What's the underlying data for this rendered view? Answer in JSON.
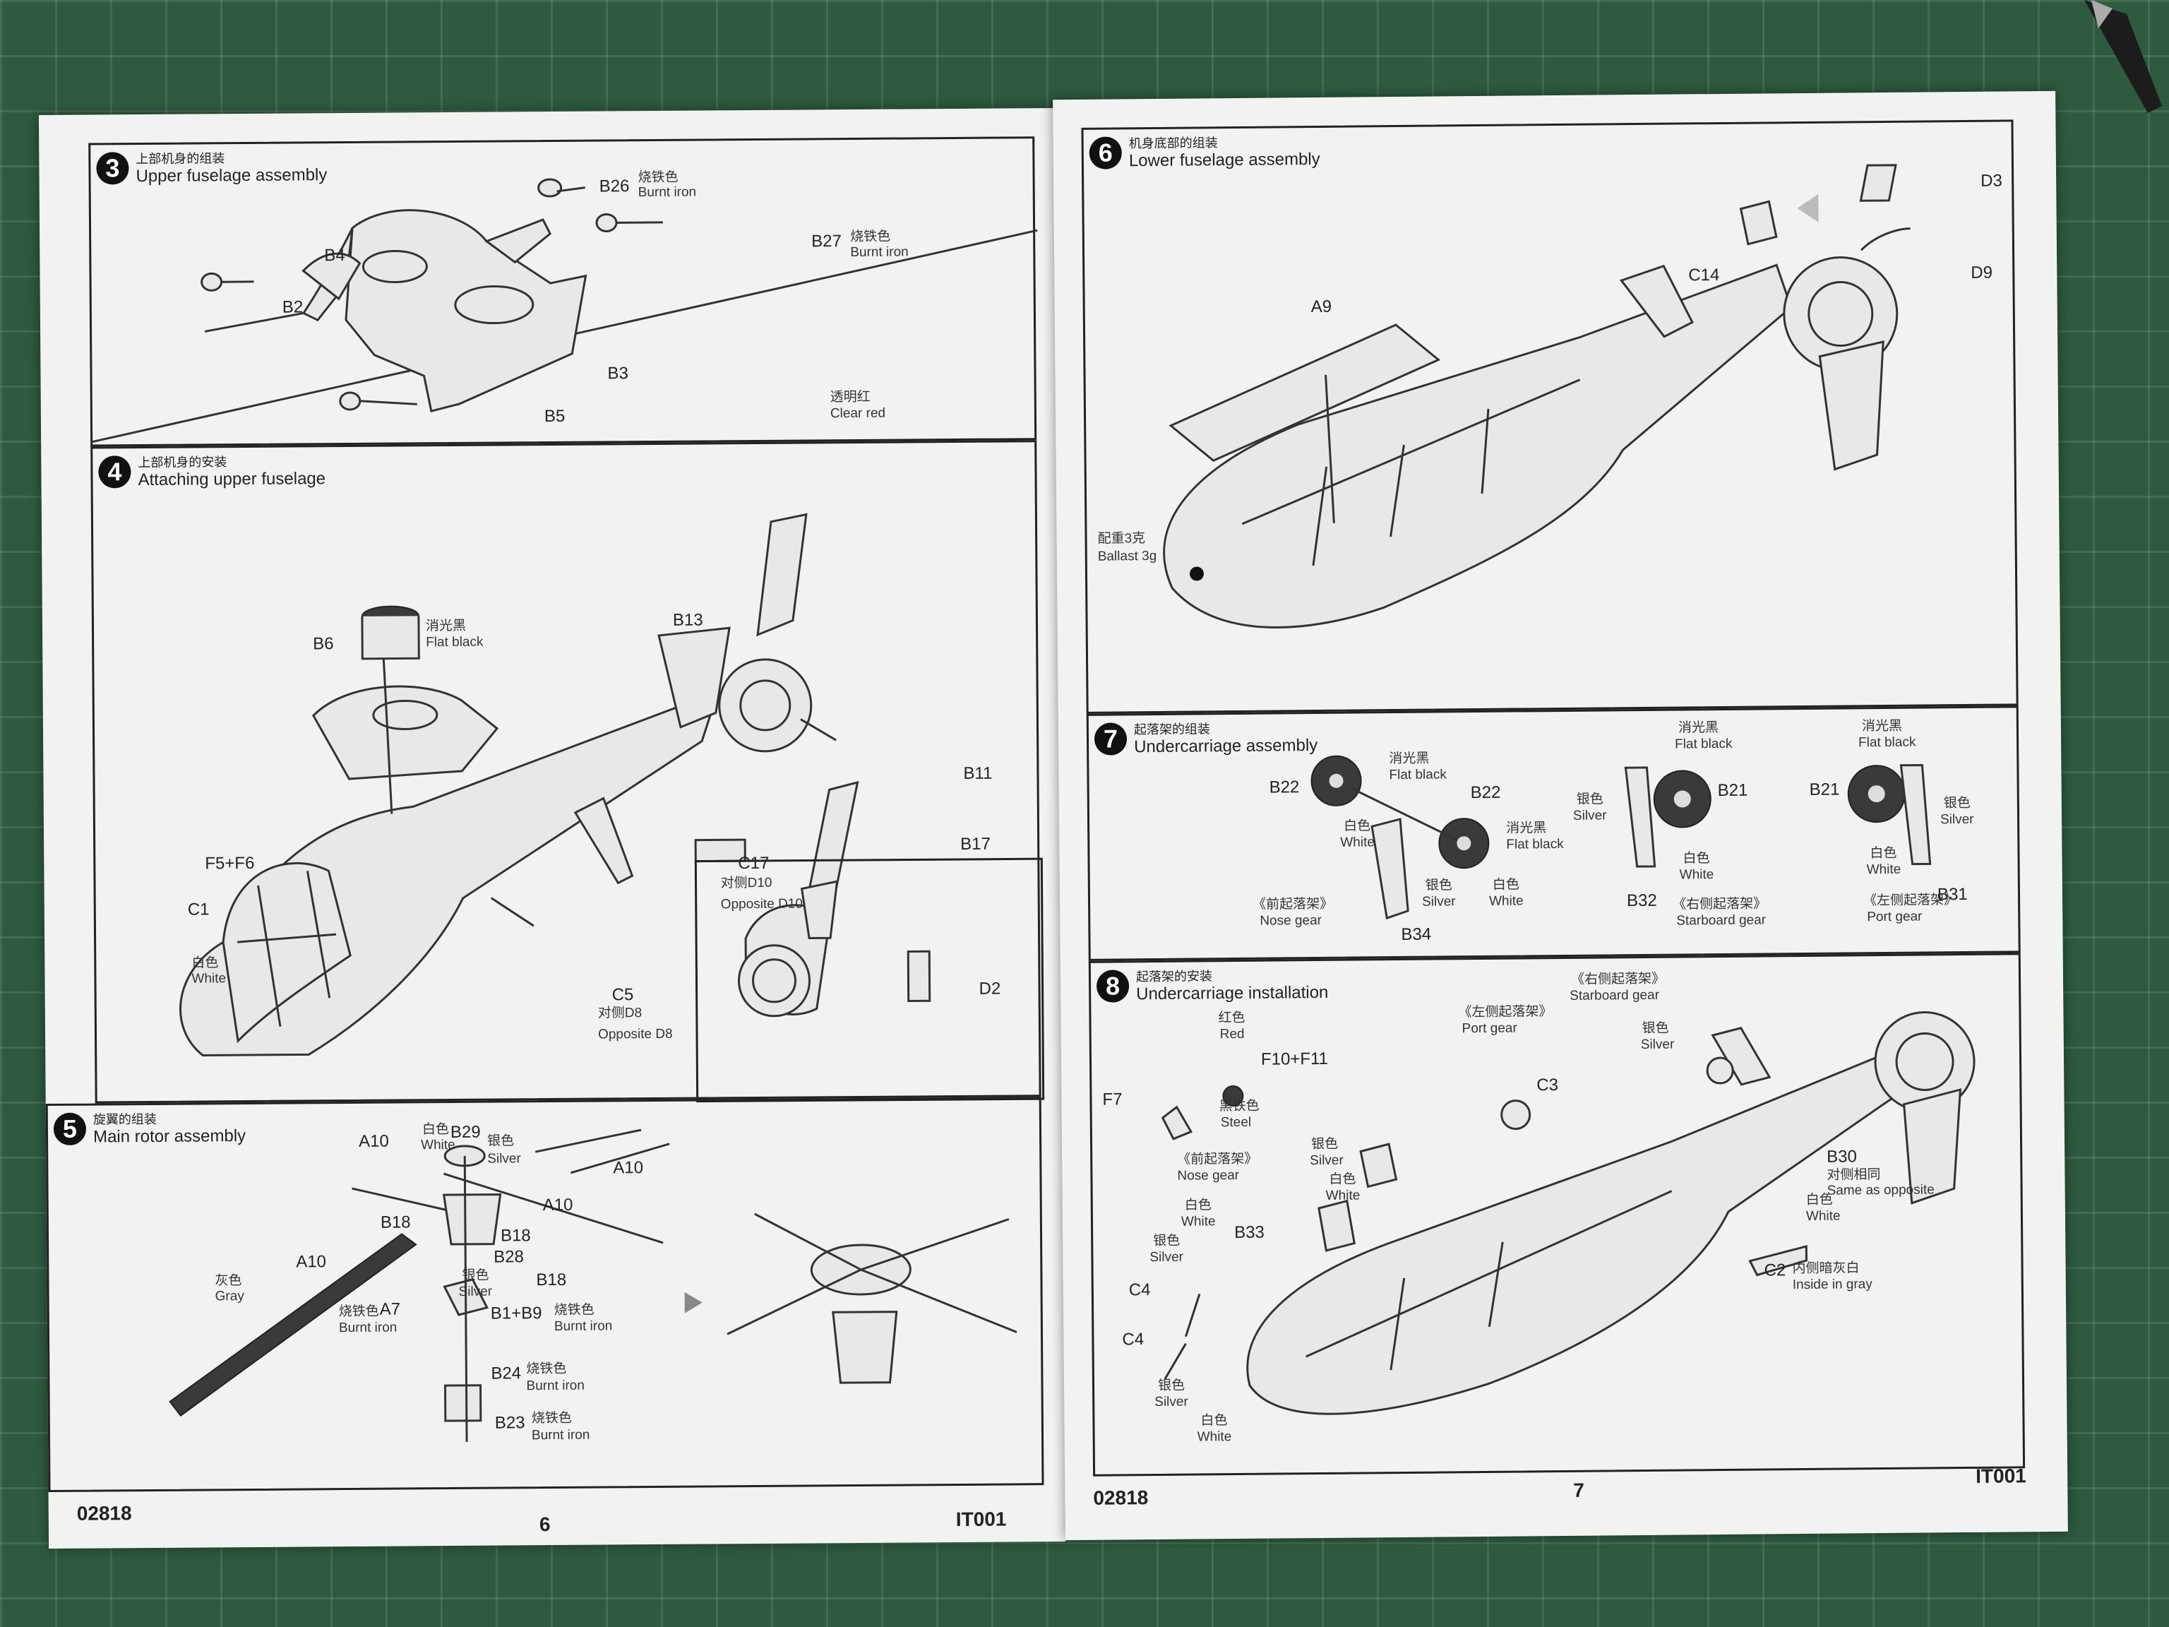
{
  "left_page": {
    "step3": {
      "num": "3",
      "cn": "上部机身的组装",
      "en": "Upper fuselage assembly",
      "labels": {
        "b26": "B26",
        "b26_cn": "烧铁色",
        "b26_en": "Burnt iron",
        "b4": "B4",
        "b27": "B27",
        "b27_cn": "烧铁色",
        "b27_en": "Burnt iron",
        "b2": "B2",
        "b3": "B3",
        "b5": "B5"
      }
    },
    "step4": {
      "num": "4",
      "cn": "上部机身的安装",
      "en": "Attaching upper fuselage",
      "labels": {
        "b6": "B6",
        "b6_cn": "消光黑",
        "b6_en": "Flat black",
        "b13": "B13",
        "clear_cn": "透明红",
        "clear_en": "Clear red",
        "b11": "B11",
        "b17": "B17",
        "f5f6": "F5+F6",
        "c1": "C1",
        "white_cn": "白色",
        "white_en": "White",
        "c17": "C17",
        "d10_cn": "对侧D10",
        "d10_en": "Opposite D10",
        "c5": "C5",
        "d8_cn": "对侧D8",
        "d8_en": "Opposite D8",
        "d2": "D2"
      }
    },
    "step5": {
      "num": "5",
      "cn": "旋翼的组装",
      "en": "Main rotor assembly",
      "labels": {
        "a10a": "A10",
        "b29_cn": "白色",
        "b29": "B29",
        "b29_en": "White",
        "silver_cn": "银色",
        "silver_en": "Silver",
        "a10b": "A10",
        "a10c": "A10",
        "b18a": "B18",
        "b18b": "B18",
        "b28": "B28",
        "b18c": "B18",
        "a10d": "A10",
        "gray_cn": "灰色",
        "gray_en": "Gray",
        "silver2_cn": "银色",
        "silver2_en": "Silver",
        "a7_cn": "烧铁色",
        "a7": "A7",
        "a7_en": "Burnt iron",
        "b1b9": "B1+B9",
        "b1b9_cn": "烧铁色",
        "b1b9_en": "Burnt iron",
        "b24": "B24",
        "b24_cn": "烧铁色",
        "b24_en": "Burnt iron",
        "b23": "B23",
        "b23_cn": "烧铁色",
        "b23_en": "Burnt iron"
      }
    },
    "footer": {
      "code": "02818",
      "page": "6",
      "kit": "IT001"
    }
  },
  "right_page": {
    "step6": {
      "num": "6",
      "cn": "机身底部的组装",
      "en": "Lower fuselage assembly",
      "labels": {
        "d3": "D3",
        "d9": "D9",
        "c14": "C14",
        "a9": "A9",
        "ballast_cn": "配重3克",
        "ballast_en": "Ballast 3g"
      }
    },
    "step7": {
      "num": "7",
      "cn": "起落架的组装",
      "en": "Undercarriage assembly",
      "labels": {
        "b22a": "B22",
        "flat_cn": "消光黑",
        "flat_en": "Flat black",
        "b22b": "B22",
        "white_cn": "白色",
        "white_en": "White",
        "flat2_cn": "消光黑",
        "flat2_en": "Flat black",
        "silver_cn": "银色",
        "silver_en": "Silver",
        "white2_cn": "白色",
        "white2_en": "White",
        "nose_cn": "《前起落架》",
        "nose_en": "Nose gear",
        "b34": "B34",
        "silver3_cn": "银色",
        "silver3_en": "Silver",
        "b32": "B32",
        "flat3_cn": "消光黑",
        "flat3_en": "Flat black",
        "b21a": "B21",
        "white3_cn": "白色",
        "white3_en": "White",
        "star_cn": "《右侧起落架》",
        "star_en": "Starboard gear",
        "flat4_cn": "消光黑",
        "flat4_en": "Flat black",
        "b21b": "B21",
        "silver4_cn": "银色",
        "silver4_en": "Silver",
        "white4_cn": "白色",
        "white4_en": "White",
        "b31": "B31",
        "port_cn": "《左侧起落架》",
        "port_en": "Port gear"
      }
    },
    "step8": {
      "num": "8",
      "cn": "起落架的安装",
      "en": "Undercarriage installation",
      "labels": {
        "red_cn": "红色",
        "red_en": "Red",
        "f10f11": "F10+F11",
        "f7": "F7",
        "steel_cn": "黑铁色",
        "steel_en": "Steel",
        "star_cn": "《右侧起落架》",
        "star_en": "Starboard gear",
        "port_cn": "《左侧起落架》",
        "port_en": "Port gear",
        "c3": "C3",
        "silver_cn": "银色",
        "silver_en": "Silver",
        "silver2_cn": "银色",
        "silver2_en": "Silver",
        "nose_cn": "《前起落架》",
        "nose_en": "Nose gear",
        "white_cn": "白色",
        "white_en": "White",
        "white2_cn": "白色",
        "white2_en": "White",
        "b33": "B33",
        "silver3_cn": "银色",
        "silver3_en": "Silver",
        "c4a": "C4",
        "c4b": "C4",
        "silver4_cn": "银色",
        "silver4_en": "Silver",
        "white3_cn": "白色",
        "white3_en": "White",
        "b30": "B30",
        "same_cn": "对侧相同",
        "same_en": "Same as opposite",
        "white4_cn": "白色",
        "white4_en": "White",
        "c2": "C2",
        "c2_cn": "内侧暗灰白",
        "c2_en": "Inside in gray"
      }
    },
    "footer": {
      "code": "02818",
      "page": "7",
      "kit": "IT001"
    }
  }
}
